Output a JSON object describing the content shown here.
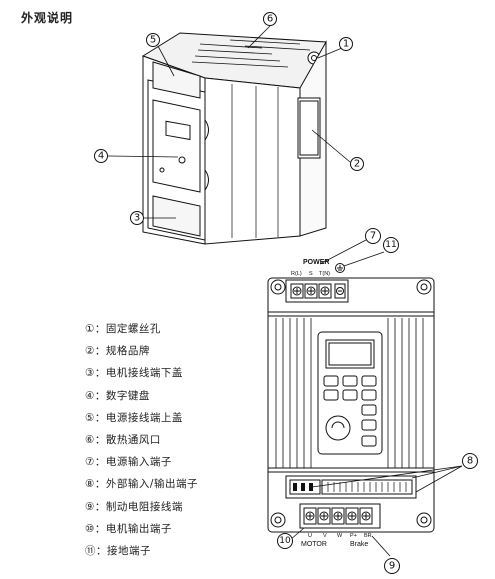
{
  "title": "外观说明",
  "callouts": [
    "1",
    "2",
    "3",
    "4",
    "5",
    "6",
    "7",
    "8",
    "9",
    "10",
    "11"
  ],
  "terminal_labels": {
    "power": "POWER",
    "power_terms": [
      "R(L)",
      "S",
      "T(N)"
    ],
    "motor": "MOTOR",
    "motor_terms": [
      "U",
      "V",
      "W"
    ],
    "brake": "Brake",
    "brake_terms": [
      "P+",
      "BR"
    ]
  },
  "legend": [
    {
      "num": "①",
      "text": "固定螺丝孔"
    },
    {
      "num": "②",
      "text": "规格品牌"
    },
    {
      "num": "③",
      "text": "电机接线端下盖"
    },
    {
      "num": "④",
      "text": "数字键盘"
    },
    {
      "num": "⑤",
      "text": "电源接线端上盖"
    },
    {
      "num": "⑥",
      "text": "散热通风口"
    },
    {
      "num": "⑦",
      "text": "电源输入端子"
    },
    {
      "num": "⑧",
      "text": "外部输入/输出端子"
    },
    {
      "num": "⑨",
      "text": "制动电阻接线端"
    },
    {
      "num": "⑩",
      "text": "电机输出端子"
    },
    {
      "num": "⑪",
      "text": "接地端子"
    }
  ]
}
